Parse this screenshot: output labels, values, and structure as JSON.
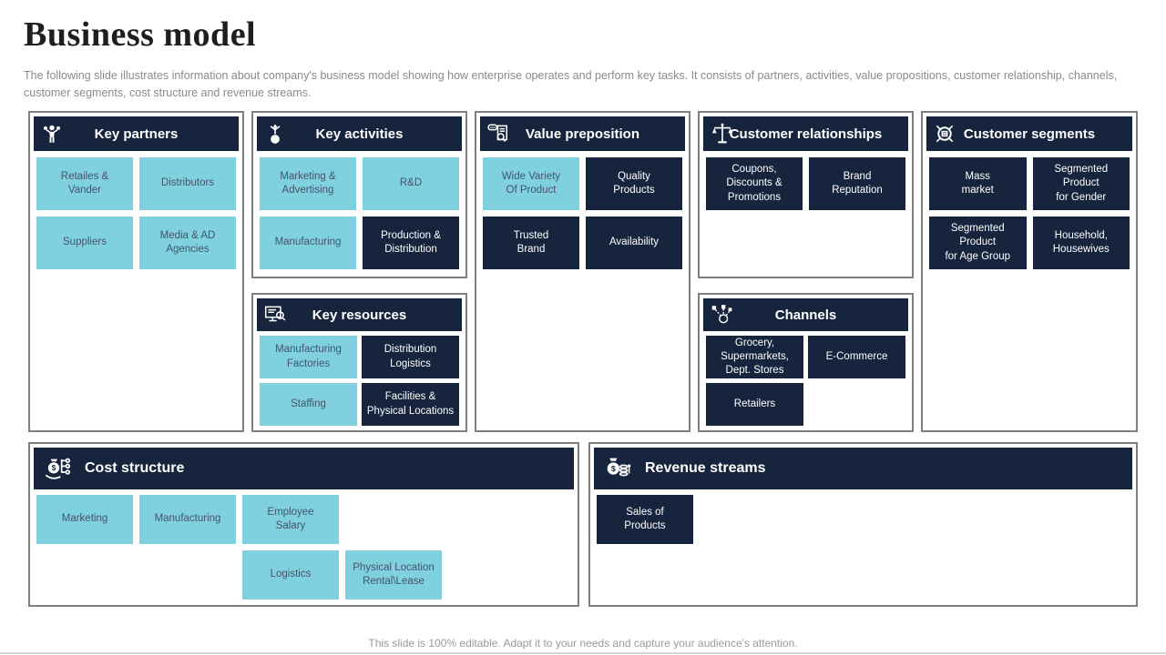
{
  "slide": {
    "title": "Business model",
    "subtitle": "The following slide illustrates information about company's business model showing how enterprise operates and perform key tasks. It consists of partners, activities, value propositions, customer relationship, channels, customer segments, cost structure and revenue streams.",
    "footer": "This slide is 100% editable. Adapt it to your needs and capture your audience's attention."
  },
  "colors": {
    "header_navy": "#16243D",
    "box_cyan": "#7FD1E0",
    "panel_border": "#7F7F7F",
    "cyan_box_text": "#44546A"
  },
  "sections": {
    "key_partners": {
      "title": "Key partners",
      "icon": "juggler-person-icon",
      "items": [
        {
          "label": "Retailes &\nVander"
        },
        {
          "label": "Distributors"
        },
        {
          "label": "Suppliers"
        },
        {
          "label": "Media & AD\nAgencies"
        }
      ]
    },
    "key_activities": {
      "title": "Key activities",
      "icon": "growth-sprout-icon",
      "items": [
        {
          "label": "Marketing &\nAdvertising"
        },
        {
          "label": "R&D"
        },
        {
          "label": "Manufacturing"
        },
        {
          "label": "Production &\nDistribution"
        }
      ]
    },
    "key_resources": {
      "title": "Key resources",
      "icon": "monitor-search-icon",
      "items": [
        {
          "label": "Manufacturing\nFactories"
        },
        {
          "label": "Distribution\nLogistics"
        },
        {
          "label": "Staffing"
        },
        {
          "label": "Facilities &\nPhysical Locations"
        }
      ]
    },
    "value_preposition": {
      "title": "Value preposition",
      "icon": "document-search-icon",
      "items": [
        {
          "label": "Wide Variety\nOf Product"
        },
        {
          "label": "Quality\nProducts"
        },
        {
          "label": "Trusted\nBrand"
        },
        {
          "label": "Availability"
        }
      ]
    },
    "customer_relationships": {
      "title": "Customer relationships",
      "icon": "balance-scale-icon",
      "items": [
        {
          "label": "Coupons,\nDiscounts &\nPromotions"
        },
        {
          "label": "Brand\nReputation"
        }
      ]
    },
    "channels": {
      "title": "Channels",
      "icon": "network-nodes-icon",
      "items": [
        {
          "label": "Grocery,\nSupermarkets,\nDept. Stores"
        },
        {
          "label": "E-Commerce"
        },
        {
          "label": "Retailers"
        }
      ]
    },
    "customer_segments": {
      "title": "Customer segments",
      "icon": "target-gear-icon",
      "items": [
        {
          "label": "Mass\nmarket"
        },
        {
          "label": "Segmented\nProduct\nfor Gender"
        },
        {
          "label": "Segmented\nProduct\nfor Age Group"
        },
        {
          "label": "Household,\nHousewives"
        }
      ]
    },
    "cost_structure": {
      "title": "Cost structure",
      "icon": "money-bag-hand-icon",
      "items": [
        {
          "label": "Marketing"
        },
        {
          "label": "Manufacturing"
        },
        {
          "label": "Employee\nSalary"
        },
        {
          "label": "Logistics"
        },
        {
          "label": "Physical Location\nRental\\Lease"
        }
      ]
    },
    "revenue_streams": {
      "title": "Revenue streams",
      "icon": "money-bag-coins-icon",
      "items": [
        {
          "label": "Sales of\nProducts"
        }
      ]
    }
  }
}
